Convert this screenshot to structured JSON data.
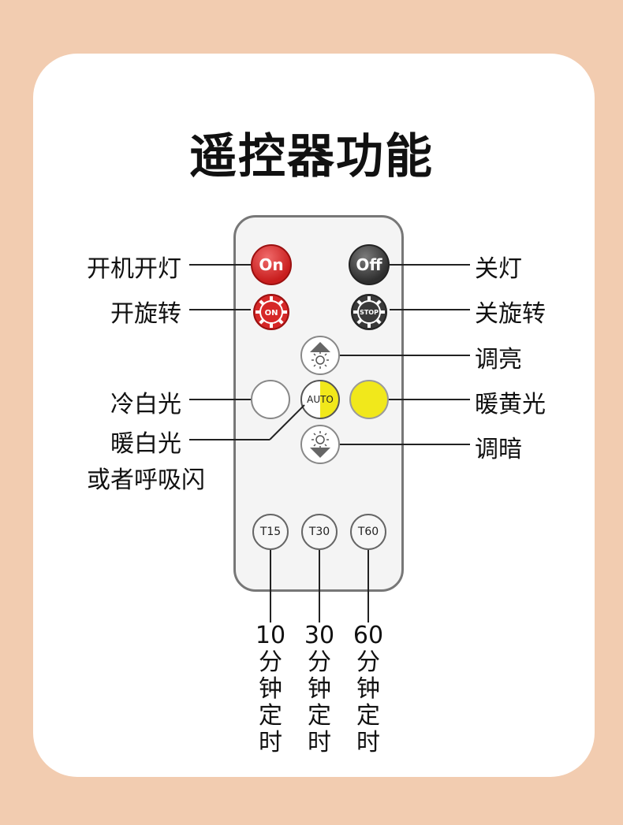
{
  "title": "遥控器功能",
  "buttons": {
    "on": "On",
    "off": "Off",
    "spin_on": "ON",
    "stop": "STOP",
    "auto": "AUTO",
    "t15": "T15",
    "t30": "T30",
    "t60": "T60"
  },
  "labels": {
    "power_on": "开机开灯",
    "spin_on": "开旋转",
    "cool_white": "冷白光",
    "warm_white_1": "暖白光",
    "warm_white_2": "或者呼吸闪",
    "light_off": "关灯",
    "spin_off": "关旋转",
    "brighten": "调亮",
    "warm_yellow": "暖黄光",
    "dim": "调暗"
  },
  "timers": [
    {
      "num": "10",
      "chars": [
        "分",
        "钟",
        "定",
        "时"
      ]
    },
    {
      "num": "30",
      "chars": [
        "分",
        "钟",
        "定",
        "时"
      ]
    },
    {
      "num": "60",
      "chars": [
        "分",
        "钟",
        "定",
        "时"
      ]
    }
  ],
  "colors": {
    "background": "#f2ccb0",
    "red_button": "#d62828",
    "dark_button": "#3a3a3a",
    "yellow_button": "#f1e81b"
  }
}
